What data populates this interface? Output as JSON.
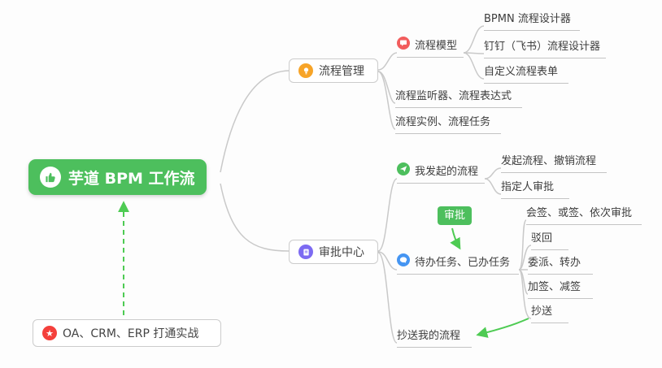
{
  "root": {
    "label": "芋道 BPM 工作流"
  },
  "process_management": {
    "label": "流程管理",
    "children": {
      "process_model": {
        "label": "流程模型"
      },
      "bpmn_designer": {
        "label": "BPMN 流程设计器"
      },
      "dingtalk_feishu_designer": {
        "label": "钉钉（飞书）流程设计器"
      },
      "custom_form": {
        "label": "自定义流程表单"
      },
      "listener_expression": {
        "label": "流程监听器、流程表达式"
      },
      "instance_task": {
        "label": "流程实例、流程任务"
      }
    }
  },
  "approval_center": {
    "label": "审批中心",
    "children": {
      "my_initiated": {
        "label": "我发起的流程"
      },
      "initiate_revoke": {
        "label": "发起流程、撤销流程"
      },
      "assigned_approval": {
        "label": "指定人审批"
      },
      "todo_done": {
        "label": "待办任务、已办任务"
      },
      "countersign": {
        "label": "会签、或签、依次审批"
      },
      "reject": {
        "label": "驳回"
      },
      "delegate_transfer": {
        "label": "委派、转办"
      },
      "add_reduce_sign": {
        "label": "加签、减签"
      },
      "cc": {
        "label": "抄送"
      },
      "cc_my_process": {
        "label": "抄送我的流程"
      }
    }
  },
  "practice": {
    "label": "OA、CRM、ERP 打通实战"
  },
  "edge_label": {
    "label": "审批"
  },
  "icons": {
    "root": "thumbs-up-icon",
    "process_management": "lightbulb-icon",
    "approval_center": "clipboard-icon",
    "process_model": "comment-icon",
    "my_initiated": "paper-plane-icon",
    "todo_done": "chat-bubble-icon",
    "practice": "star-icon"
  },
  "colors": {
    "root_bg": "#4dbf5d",
    "icon_orange": "#f7a428",
    "icon_purple": "#7d6bf2",
    "icon_red": "#f25d5d",
    "icon_green": "#4dbf5d",
    "icon_blue": "#4595f2",
    "icon_star_red": "#f4403c",
    "edge_green": "#4ecb53",
    "connector_gray": "#c9c9c9"
  }
}
